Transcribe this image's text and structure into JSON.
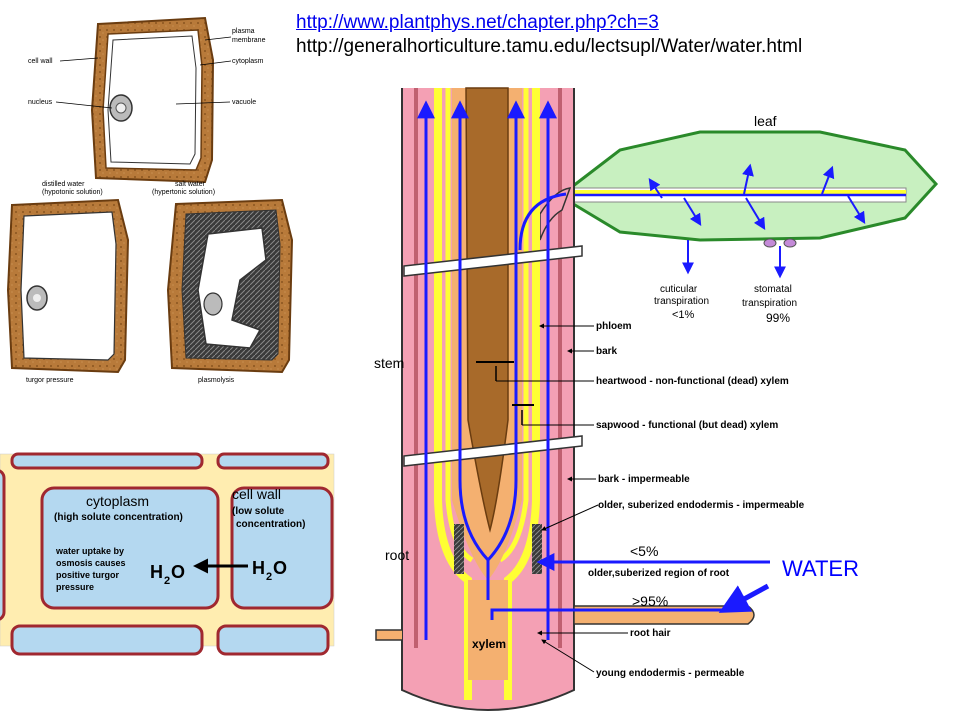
{
  "header": {
    "link_text": "http://www.plantphys.net/chapter.php?ch=3",
    "source_text": "http://generalhorticulture.tamu.edu/lectsupl/Water/water.html"
  },
  "cell_panel": {
    "plasma_membrane_1": "plasma",
    "plasma_membrane_2": "membrane",
    "cell_wall": "cell wall",
    "cytoplasm": "cytoplasm",
    "nucleus": "nucleus",
    "vacuole": "vacuole",
    "distilled_1": "distilled water",
    "distilled_2": "(hypotonic solution)",
    "salt_1": "salt water",
    "salt_2": "(hypertonic solution)",
    "turgor": "turgor pressure",
    "plasmolysis": "plasmolysis"
  },
  "osmosis_panel": {
    "cytoplasm": "cytoplasm",
    "cytoplasm_sub": "(high solute concentration)",
    "cellwall": "cell wall",
    "cellwall_sub1": "(low solute",
    "cellwall_sub2": "concentration)",
    "uptake_1": "water uptake by",
    "uptake_2": "osmosis causes",
    "uptake_3": "positive turgor",
    "uptake_4": "pressure",
    "h2o_left": "H",
    "h2o_right": "H",
    "h2o_sub": "2",
    "h2o_o": "O"
  },
  "plant": {
    "leaf": "leaf",
    "cuticular_1": "cuticular",
    "cuticular_2": "transpiration",
    "cuticular_3": "<1%",
    "stomatal_1": "stomatal",
    "stomatal_2": "transpiration",
    "stomatal_3": "99%",
    "phloem": "phloem",
    "bark": "bark",
    "stem": "stem",
    "heartwood": "heartwood - non-functional (dead) xylem",
    "sapwood": "sapwood - functional (but dead) xylem",
    "bark_imp": "bark - impermeable",
    "older_endo": "older, suberized endodermis - impermeable",
    "root": "root",
    "lt5": "<5%",
    "older_region": "older,suberized region of root",
    "water": "WATER",
    "gt95": ">95%",
    "root_hair": "root hair",
    "xylem": "xylem",
    "young_endo": "young endodermis - permeable"
  },
  "colors": {
    "link": "#0000ee",
    "water_label": "#0000ff",
    "arrow_blue": "#1a1aff",
    "bark_pink": "#f4a0b4",
    "xylem_yellow": "#ffff33",
    "heartwood_brown": "#a86a2a",
    "sapwood_tan": "#f4b070",
    "leaf_green": "#c8f0c0",
    "cell_brown": "#a0642e",
    "osmosis_bg": "#ffedb0",
    "osmosis_cell": "#b4d8f0"
  }
}
